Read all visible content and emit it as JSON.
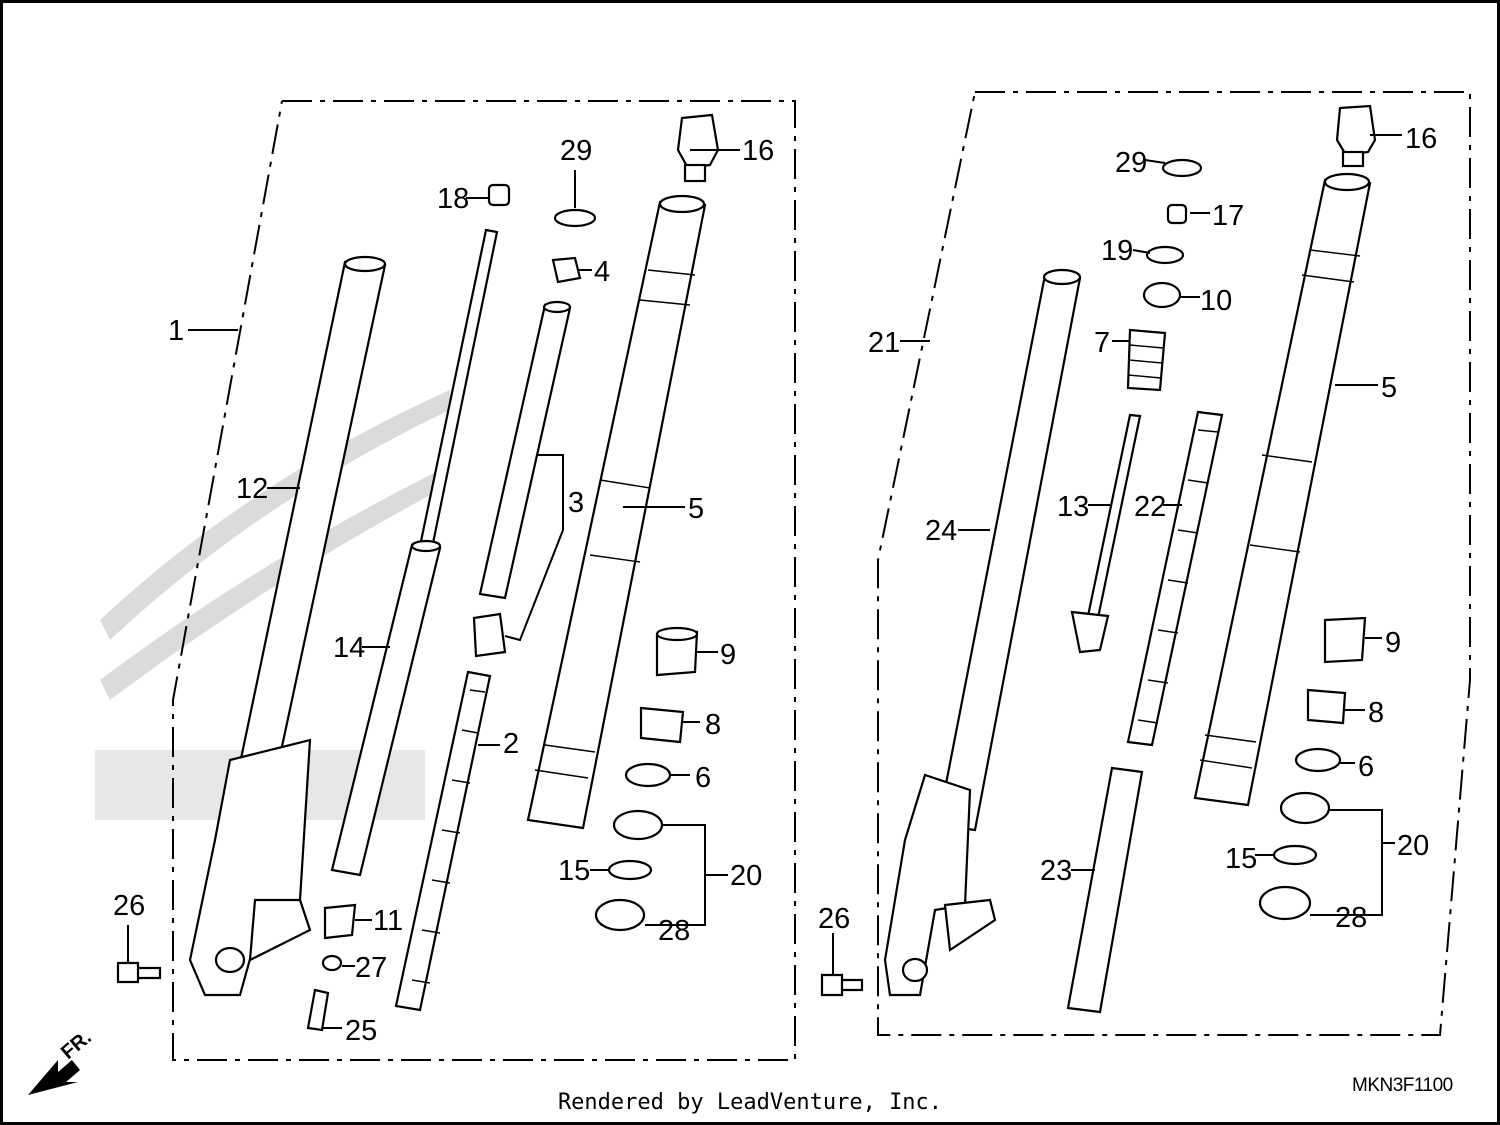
{
  "diagram": {
    "left_assembly": {
      "callouts": {
        "c1": "1",
        "c2": "2",
        "c3": "3",
        "c4": "4",
        "c5": "5",
        "c8": "8",
        "c6": "6",
        "c9": "9",
        "c11": "11",
        "c12": "12",
        "c14": "14",
        "c15": "15",
        "c16": "16",
        "c18": "18",
        "c20": "20",
        "c25": "25",
        "c26": "26",
        "c27": "27",
        "c28": "28",
        "c29": "29"
      }
    },
    "right_assembly": {
      "callouts": {
        "c5": "5",
        "c6": "6",
        "c7": "7",
        "c8": "8",
        "c9": "9",
        "c10": "10",
        "c13": "13",
        "c15": "15",
        "c16": "16",
        "c17": "17",
        "c19": "19",
        "c20": "20",
        "c21": "21",
        "c22": "22",
        "c23": "23",
        "c24": "24",
        "c26": "26",
        "c28": "28",
        "c29": "29"
      }
    },
    "direction_label": "FR.",
    "diagram_code": "MKN3F1100"
  },
  "footer": {
    "credit": "Rendered by LeadVenture, Inc."
  }
}
